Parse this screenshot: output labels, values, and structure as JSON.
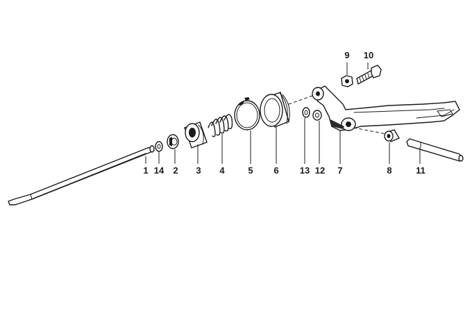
{
  "diagram": {
    "callouts": [
      {
        "id": "1",
        "label": "1"
      },
      {
        "id": "14",
        "label": "14"
      },
      {
        "id": "2",
        "label": "2"
      },
      {
        "id": "3",
        "label": "3"
      },
      {
        "id": "4",
        "label": "4"
      },
      {
        "id": "5",
        "label": "5"
      },
      {
        "id": "6",
        "label": "6"
      },
      {
        "id": "13",
        "label": "13"
      },
      {
        "id": "12",
        "label": "12"
      },
      {
        "id": "7",
        "label": "7"
      },
      {
        "id": "8",
        "label": "8"
      },
      {
        "id": "11",
        "label": "11"
      },
      {
        "id": "9",
        "label": "9"
      },
      {
        "id": "10",
        "label": "10"
      }
    ]
  },
  "colors": {
    "ink": "#1a1a1a",
    "background": "#ffffff"
  }
}
